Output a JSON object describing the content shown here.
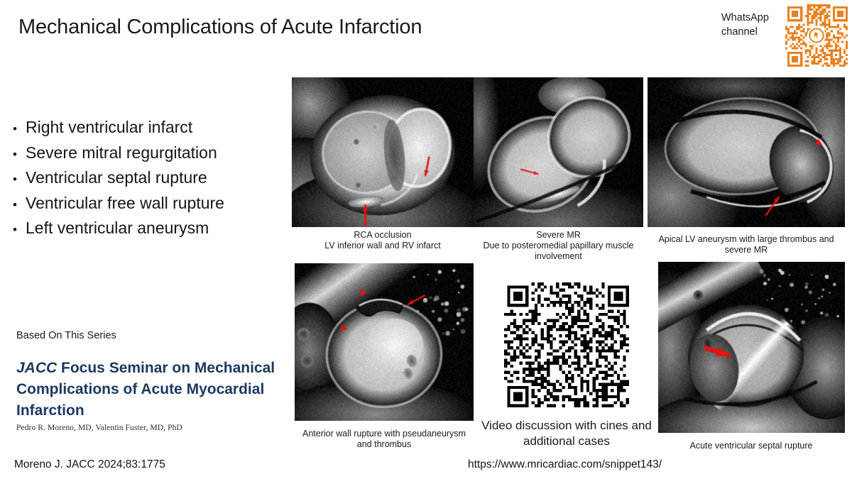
{
  "slide": {
    "title": "Mechanical Complications of Acute Infarction",
    "background_color": "#ffffff"
  },
  "whatsapp": {
    "label_line1": "WhatsApp",
    "label_line2": "channel",
    "qr_color": "#e8821e",
    "qr_icon": "whatsapp-channel-qr"
  },
  "bullets": [
    {
      "marker": "•",
      "label": "Right ventricular infarct"
    },
    {
      "marker": "•",
      "label": "Severe mitral regurgitation"
    },
    {
      "marker": "•",
      "label": "Ventricular septal rupture"
    },
    {
      "marker": "•",
      "label": "Ventricular free wall rupture"
    },
    {
      "marker": "•",
      "label": "Left ventricular aneurysm"
    }
  ],
  "citation": {
    "series_label": "Based On This Series",
    "journal": "JACC",
    "title_rest": " Focus Seminar on Mechanical Complications of Acute Myocardial Infarction",
    "authors": "Pedro R. Moreno, MD, Valentin Fuster, MD, PhD",
    "reference": "Moreno J. JACC 2024;83:1775",
    "accent_color": "#1b3a61"
  },
  "url": "https://www.mricardiac.com/snippet143/",
  "figures": [
    {
      "id": "rca",
      "caption_line1": "RCA occlusion",
      "caption_line2": "LV inferior wall and RV infarct",
      "modality": "cardiac-mri-short-axis",
      "annotation_color": "#e8120f"
    },
    {
      "id": "mr",
      "caption_line1": "Severe MR",
      "caption_line2": "Due to posteromedial papillary muscle involvement",
      "modality": "cardiac-mri-long-axis",
      "annotation_color": "#e8120f"
    },
    {
      "id": "aneurysm",
      "caption_line1": "Apical LV aneurysm with large thrombus and severe MR",
      "caption_line2": "",
      "modality": "cardiac-mri-horizontal-long-axis",
      "annotation_color": "#e8120f"
    },
    {
      "id": "pseudo",
      "caption_line1": "Anterior wall rupture with pseudaneurysm",
      "caption_line2": "and thrombus",
      "modality": "cardiac-mri-short-axis",
      "annotation_color": "#e8120f"
    },
    {
      "id": "videoqr",
      "caption_line1": "Video discussion with cines and",
      "caption_line2": "additional cases",
      "modality": "qr-code",
      "annotation_color": "#000000"
    },
    {
      "id": "vsd",
      "caption_line1": "Acute ventricular septal rupture",
      "caption_line2": "",
      "modality": "cardiac-mri-long-axis",
      "annotation_color": "#e8120f"
    }
  ]
}
